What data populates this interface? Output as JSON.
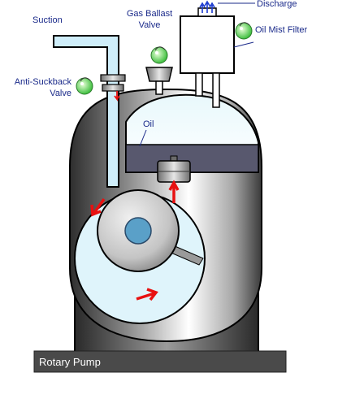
{
  "labels": {
    "suction": "Suction",
    "gas_ballast_line1": "Gas Ballast",
    "gas_ballast_line2": "Valve",
    "discharge": "Discharge",
    "oil_mist_filter": "Oil Mist Filter",
    "anti_suckback_line1": "Anti-Suckback",
    "anti_suckback_line2": "Valve",
    "oil": "Oil"
  },
  "caption": "Rotary Pump",
  "icons": [
    "info-bulb-icon",
    "info-bulb-icon",
    "info-bulb-icon"
  ],
  "colors": {
    "body_dark": "#3a3a3a",
    "body_light": "#ffffff",
    "oil": "#58586e",
    "chamber": "#dff4fb",
    "pipe": "#cfeefa",
    "rotor_center": "#5aa0c8",
    "arrow": "#e81010",
    "label": "#1a2a8a",
    "caption_bar": "#4a4a4a"
  }
}
